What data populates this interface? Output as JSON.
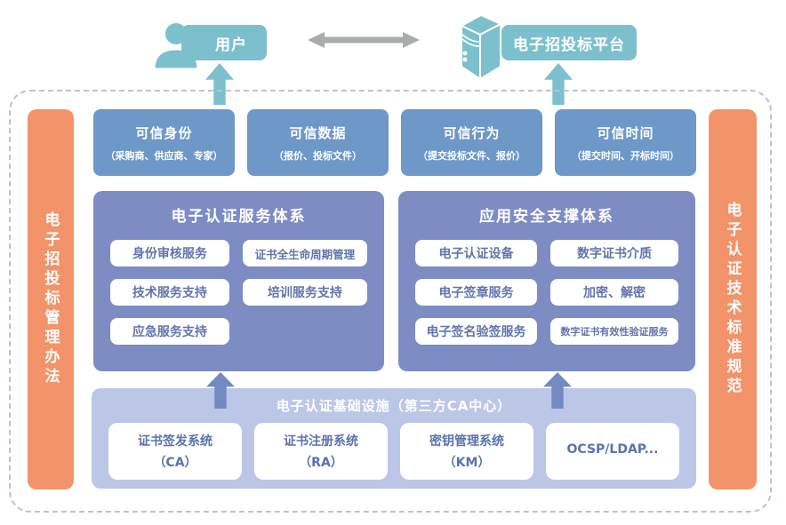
{
  "colors": {
    "teal": "#7cc0cd",
    "steel_blue": "#6d98c8",
    "slate_blue": "#7d8dc3",
    "light_periwinkle": "#bcc6e6",
    "orange": "#f2936a",
    "arrow_gray": "#a9acac",
    "arrow_blue": "#7389c2",
    "pill_text": "#6274ac",
    "card_text": "#5a73ae",
    "dashed_border": "#b9c2dd"
  },
  "header": {
    "user_label": "用户",
    "platform_label": "电子招投标平台",
    "user_icon": "person-icon",
    "platform_icon": "server-icon"
  },
  "side_bars": {
    "left": "电子招投标管理办法",
    "right": "电子认证技术标准规范"
  },
  "trust_row": {
    "items": [
      {
        "title": "可信身份",
        "subtitle": "（采购商、供应商、专家）"
      },
      {
        "title": "可信数据",
        "subtitle": "（报价、投标文件）"
      },
      {
        "title": "可信行为",
        "subtitle": "（提交投标文件、报价）"
      },
      {
        "title": "可信时间",
        "subtitle": "（提交时间、开标时间）"
      }
    ]
  },
  "service_system": {
    "title": "电子认证服务体系",
    "items": [
      "身份审核服务",
      "证书全生命周期管理",
      "技术服务支持",
      "培训服务支持",
      "应急服务支持"
    ]
  },
  "support_system": {
    "title": "应用安全支撑体系",
    "items": [
      "电子认证设备",
      "数字证书介质",
      "电子签章服务",
      "加密、解密",
      "电子签名验签服务",
      "数字证书有效性验证服务"
    ]
  },
  "infrastructure": {
    "title": "电子认证基础设施（第三方CA中心）",
    "cards": [
      {
        "line1": "证书签发系统",
        "line2": "（CA）"
      },
      {
        "line1": "证书注册系统",
        "line2": "（RA）"
      },
      {
        "line1": "密钥管理系统",
        "line2": "（KM）"
      },
      {
        "line1": "OCSP/LDAP...",
        "line2": ""
      }
    ]
  }
}
